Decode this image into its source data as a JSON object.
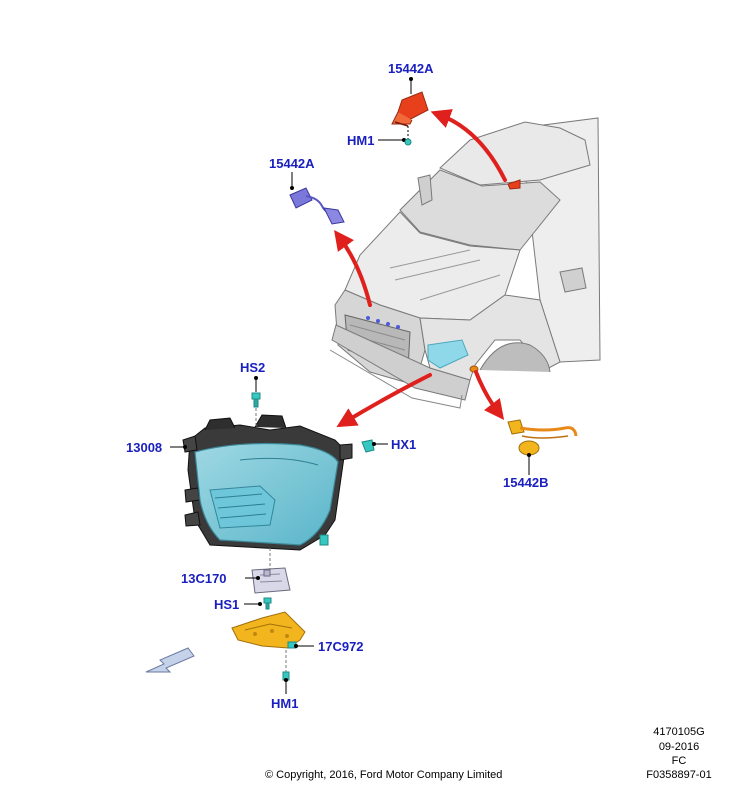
{
  "callouts": {
    "p15442A_top": "15442A",
    "hm1_top": "HM1",
    "p15442A_left": "15442A",
    "hs2": "HS2",
    "p13008": "13008",
    "hx1": "HX1",
    "p15442B": "15442B",
    "p13C170": "13C170",
    "hs1": "HS1",
    "p17C972": "17C972",
    "hm1_bottom": "HM1"
  },
  "footer": {
    "illustration_id": "4170105G",
    "date": "09-2016",
    "code": "FC",
    "figure_number": "F0358897-01",
    "copyright": "© Copyright, 2016, Ford Motor Company Limited"
  },
  "colors": {
    "callout_text": "#1a1fbf",
    "arrow_red": "#e0201c",
    "headlamp_lens": "#7fd4e6",
    "bracket_yellow": "#f2b51d",
    "harness_purple": "#7a78d8",
    "harness_orange": "#e88a1a",
    "sensor_red": "#e8401c",
    "fastener_teal": "#36c7c0"
  }
}
